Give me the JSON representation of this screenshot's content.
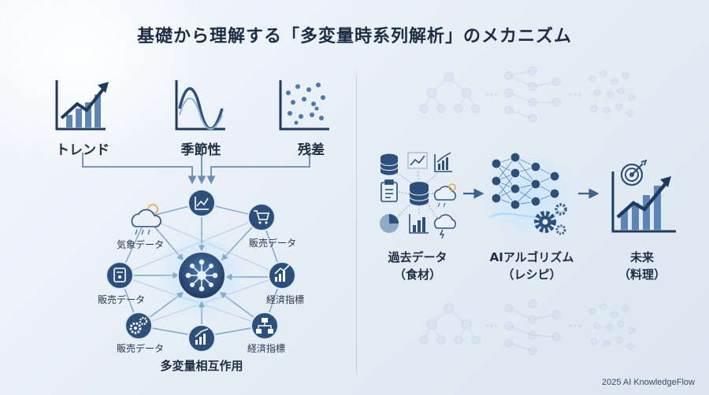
{
  "title": "基礎から理解する「多変量時系列解析」のメカニズム",
  "components": {
    "trend": "トレンド",
    "seasonality": "季節性",
    "residual": "残差"
  },
  "hub_label": "多変量相互作用",
  "satellites": {
    "weather": "気象データ",
    "sales_top": "販売データ",
    "sales_left": "販売データ",
    "econ_right": "経済指標",
    "sales_bottom": "販売データ",
    "econ_bottom": "経済指標"
  },
  "pipeline": {
    "past_data": "過去データ",
    "past_data_sub": "（食材）",
    "ai": "AIアルゴリズム",
    "ai_sub": "（レシピ）",
    "future": "未来",
    "future_sub": "（料理）"
  },
  "footer": "2025 AI KnowledgeFlow",
  "colors": {
    "navy": "#1f3a5f",
    "mid": "#3d6290",
    "light": "#8fa9c8",
    "accent": "#5fb3ec"
  }
}
